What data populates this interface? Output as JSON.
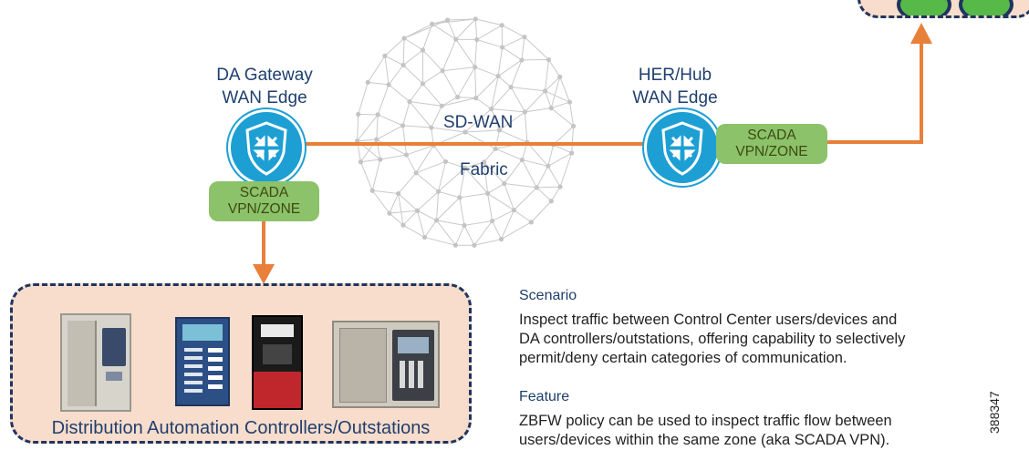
{
  "nodes": {
    "da_gateway": {
      "title_line1": "DA Gateway",
      "title_line2": "WAN Edge"
    },
    "her_hub": {
      "title_line1": "HER/Hub",
      "title_line2": "WAN Edge"
    }
  },
  "fabric": {
    "line1": "SD-WAN",
    "line2": "Fabric"
  },
  "zones": {
    "left": {
      "line1": "SCADA",
      "line2": "VPN/ZONE"
    },
    "right": {
      "line1": "SCADA",
      "line2": "VPN/ZONE"
    }
  },
  "distribution_box": {
    "label": "Distribution Automation Controllers/Outstations"
  },
  "scenario": {
    "heading": "Scenario",
    "line1": "Inspect traffic between Control Center users/devices and",
    "line2": "DA controllers/outstations, offering capability to selectively",
    "line3": "permit/deny certain categories of communication."
  },
  "feature": {
    "heading": "Feature",
    "line1": "ZBFW policy can be used to inspect traffic flow between",
    "line2": "users/devices within the same zone (aka SCADA VPN)."
  },
  "figure_id": "388347",
  "colors": {
    "link": "#e8803a",
    "router": "#1d9fd4",
    "zone": "#8cc26a",
    "box_fill": "#f8ddcc",
    "box_border": "#1f3560",
    "title_text": "#1f3f6e"
  }
}
